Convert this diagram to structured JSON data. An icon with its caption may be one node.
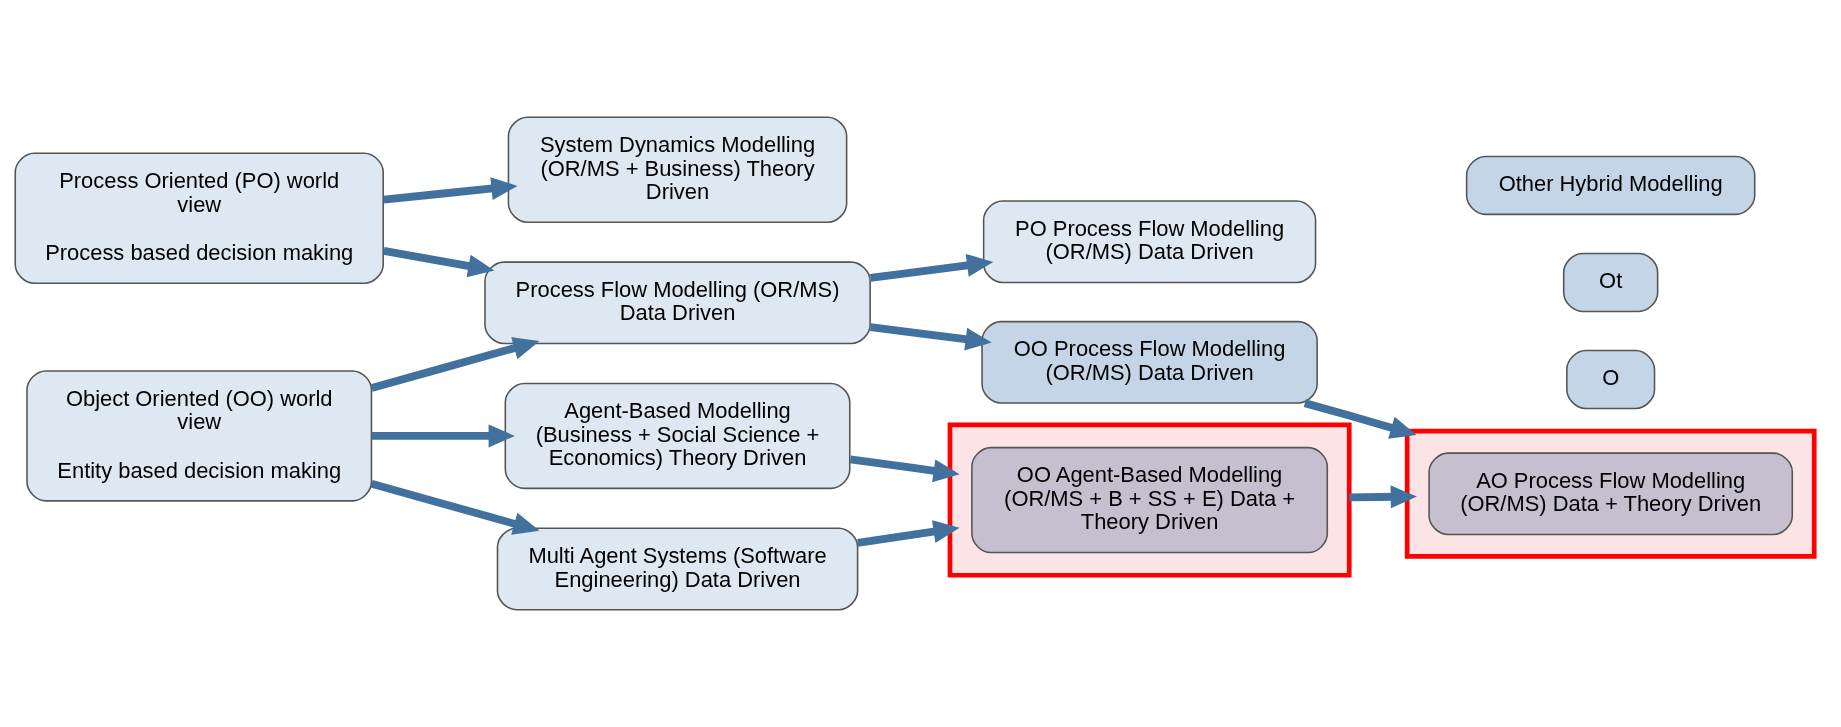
{
  "diagram": {
    "nodes": [
      {
        "text": [
          "Process Oriented (PO) world view",
          "Process based decision making"
        ]
      },
      {
        "text": [
          "Object Oriented (OO) world view",
          "Entity based decision making"
        ]
      },
      {
        "text": [
          "System Dynamics Modelling (OR/MS + Business) Theory Driven"
        ]
      },
      {
        "text": [
          "Process Flow Modelling (OR/MS) Data Driven"
        ]
      },
      {
        "text": [
          "Agent-Based Modelling (Business + Social Science + Economics) Theory Driven"
        ]
      },
      {
        "text": [
          "Multi Agent Systems (Software Engineering) Data Driven"
        ]
      },
      {
        "text": [
          "PO Process Flow Modelling (OR/MS) Data Driven"
        ]
      },
      {
        "text": [
          "OO Process Flow Modelling (OR/MS) Data Driven"
        ]
      },
      {
        "text": [],
        "shape": "box"
      },
      {
        "text": [
          "OO Agent-Based Modelling (OR/MS + B + SS + E) Data + Theory Driven"
        ],
        "in": 8
      },
      {
        "text": [],
        "shape": "box"
      },
      {
        "text": [
          "AO Process Flow Modelling (OR/MS) Data + Theory Driven"
        ],
        "in": 10
      },
      {
        "text": [
          "O"
        ]
      },
      {
        "text": [
          "Ot"
        ]
      },
      {
        "text": [
          "Other Hybrid Modelling"
        ]
      }
    ],
    "edges": [
      {
        "from": 0,
        "to": 2,
        "arrow": "to"
      },
      {
        "from": 0,
        "to": 3,
        "arrow": "to"
      },
      {
        "from": 1,
        "to": 3,
        "arrow": "to"
      },
      {
        "from": 1,
        "to": 4,
        "arrow": "to"
      },
      {
        "from": 1,
        "to": 5,
        "arrow": "to"
      },
      {
        "from": 3,
        "to": 6,
        "arrow": "to"
      },
      {
        "from": 3,
        "to": 7,
        "arrow": "to"
      },
      {
        "from": 4,
        "to": 8,
        "arrow": "to"
      },
      {
        "from": 5,
        "to": 8,
        "arrow": "to"
      },
      {
        "from": 7,
        "to": 10,
        "arrow": "to"
      },
      {
        "from": 8,
        "to": 10,
        "arrow": "to"
      }
    ]
  }
}
